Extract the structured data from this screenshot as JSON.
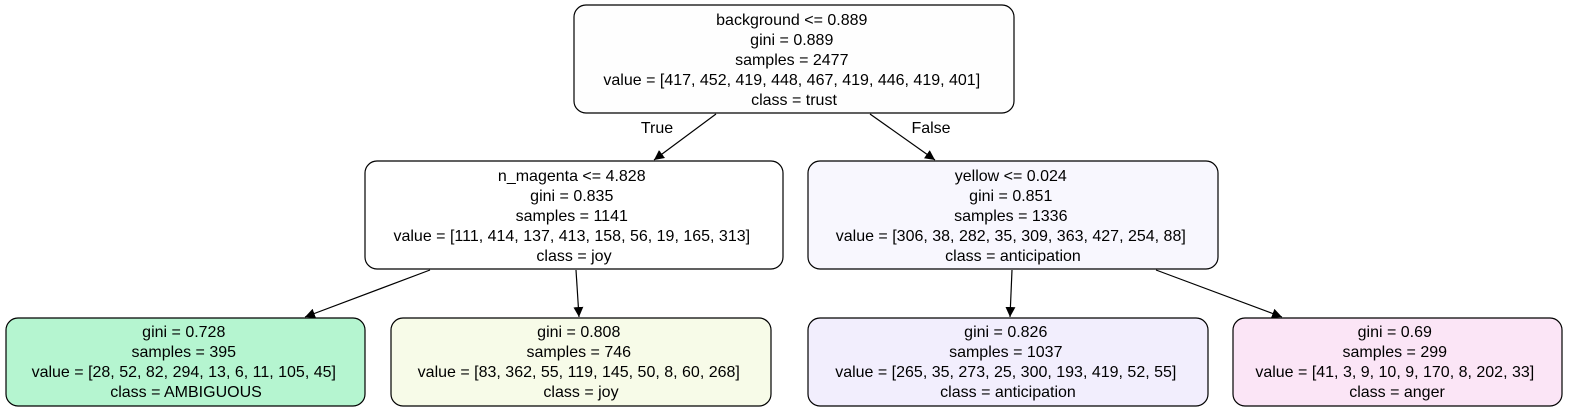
{
  "nodes": [
    {
      "id": "root",
      "fill": "#fefefe",
      "lines": [
        "background <= 0.889",
        "gini = 0.889",
        "samples = 2477",
        "value = [417, 452, 419, 448, 467, 419, 446, 419, 401]",
        "class = trust"
      ]
    },
    {
      "id": "left",
      "fill": "#ffffff",
      "lines": [
        "n_magenta <= 4.828",
        "gini = 0.835",
        "samples = 1141",
        "value = [111, 414, 137, 413, 158, 56, 19, 165, 313]",
        "class = joy"
      ]
    },
    {
      "id": "right",
      "fill": "#f8f7fe",
      "lines": [
        "yellow <= 0.024",
        "gini = 0.851",
        "samples = 1336",
        "value = [306, 38, 282, 35, 309, 363, 427, 254, 88]",
        "class = anticipation"
      ]
    },
    {
      "id": "ll",
      "fill": "#b5f5d0",
      "lines": [
        "gini = 0.728",
        "samples = 395",
        "value = [28, 52, 82, 294, 13, 6, 11, 105, 45]",
        "class = AMBIGUOUS"
      ]
    },
    {
      "id": "lr",
      "fill": "#f7fbe8",
      "lines": [
        "gini = 0.808",
        "samples = 746",
        "value = [83, 362, 55, 119, 145, 50, 8, 60, 268]",
        "class = joy"
      ]
    },
    {
      "id": "rl",
      "fill": "#f2eefd",
      "lines": [
        "gini = 0.826",
        "samples = 1037",
        "value = [265, 35, 273, 25, 300, 193, 419, 52, 55]",
        "class = anticipation"
      ]
    },
    {
      "id": "rr",
      "fill": "#fbe5f6",
      "lines": [
        "gini = 0.69",
        "samples = 299",
        "value = [41, 3, 9, 10, 9, 170, 8, 202, 33]",
        "class = anger"
      ]
    }
  ],
  "edges": [
    {
      "from": "root",
      "to": "left",
      "label": "True"
    },
    {
      "from": "root",
      "to": "right",
      "label": "False"
    },
    {
      "from": "left",
      "to": "ll",
      "label": ""
    },
    {
      "from": "left",
      "to": "lr",
      "label": ""
    },
    {
      "from": "right",
      "to": "rl",
      "label": ""
    },
    {
      "from": "right",
      "to": "rr",
      "label": ""
    }
  ]
}
